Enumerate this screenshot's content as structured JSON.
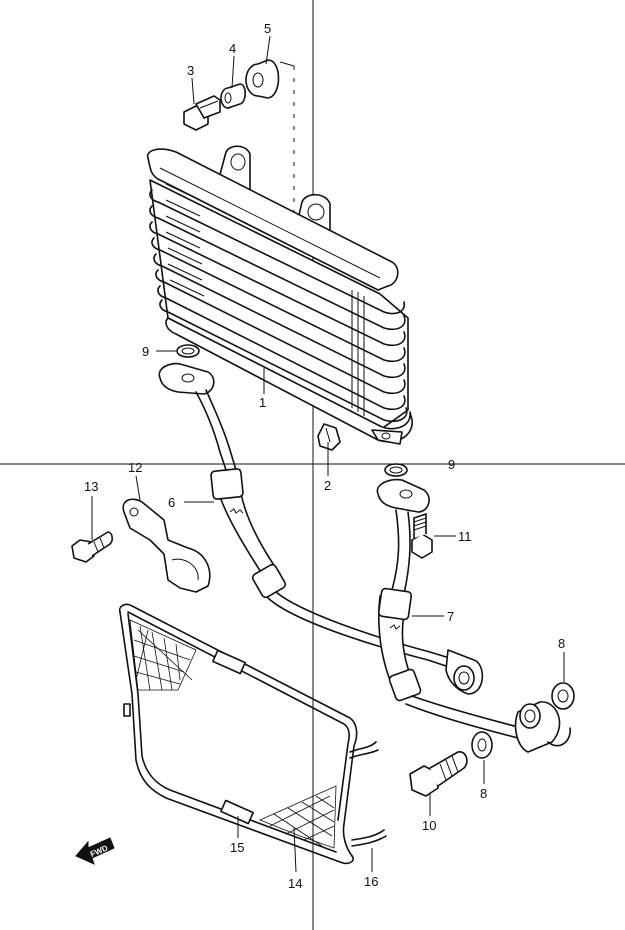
{
  "diagram": {
    "direction_marker": "FWD",
    "callouts": [
      {
        "id": "c1",
        "label": "1"
      },
      {
        "id": "c2",
        "label": "2"
      },
      {
        "id": "c3",
        "label": "3"
      },
      {
        "id": "c4",
        "label": "4"
      },
      {
        "id": "c5",
        "label": "5"
      },
      {
        "id": "c6",
        "label": "6"
      },
      {
        "id": "c7",
        "label": "7"
      },
      {
        "id": "c8a",
        "label": "8"
      },
      {
        "id": "c8b",
        "label": "8"
      },
      {
        "id": "c9a",
        "label": "9"
      },
      {
        "id": "c9b",
        "label": "9"
      },
      {
        "id": "c10",
        "label": "10"
      },
      {
        "id": "c11",
        "label": "11"
      },
      {
        "id": "c12",
        "label": "12"
      },
      {
        "id": "c13",
        "label": "13"
      },
      {
        "id": "c14",
        "label": "14"
      },
      {
        "id": "c15",
        "label": "15"
      },
      {
        "id": "c16",
        "label": "16"
      }
    ]
  }
}
